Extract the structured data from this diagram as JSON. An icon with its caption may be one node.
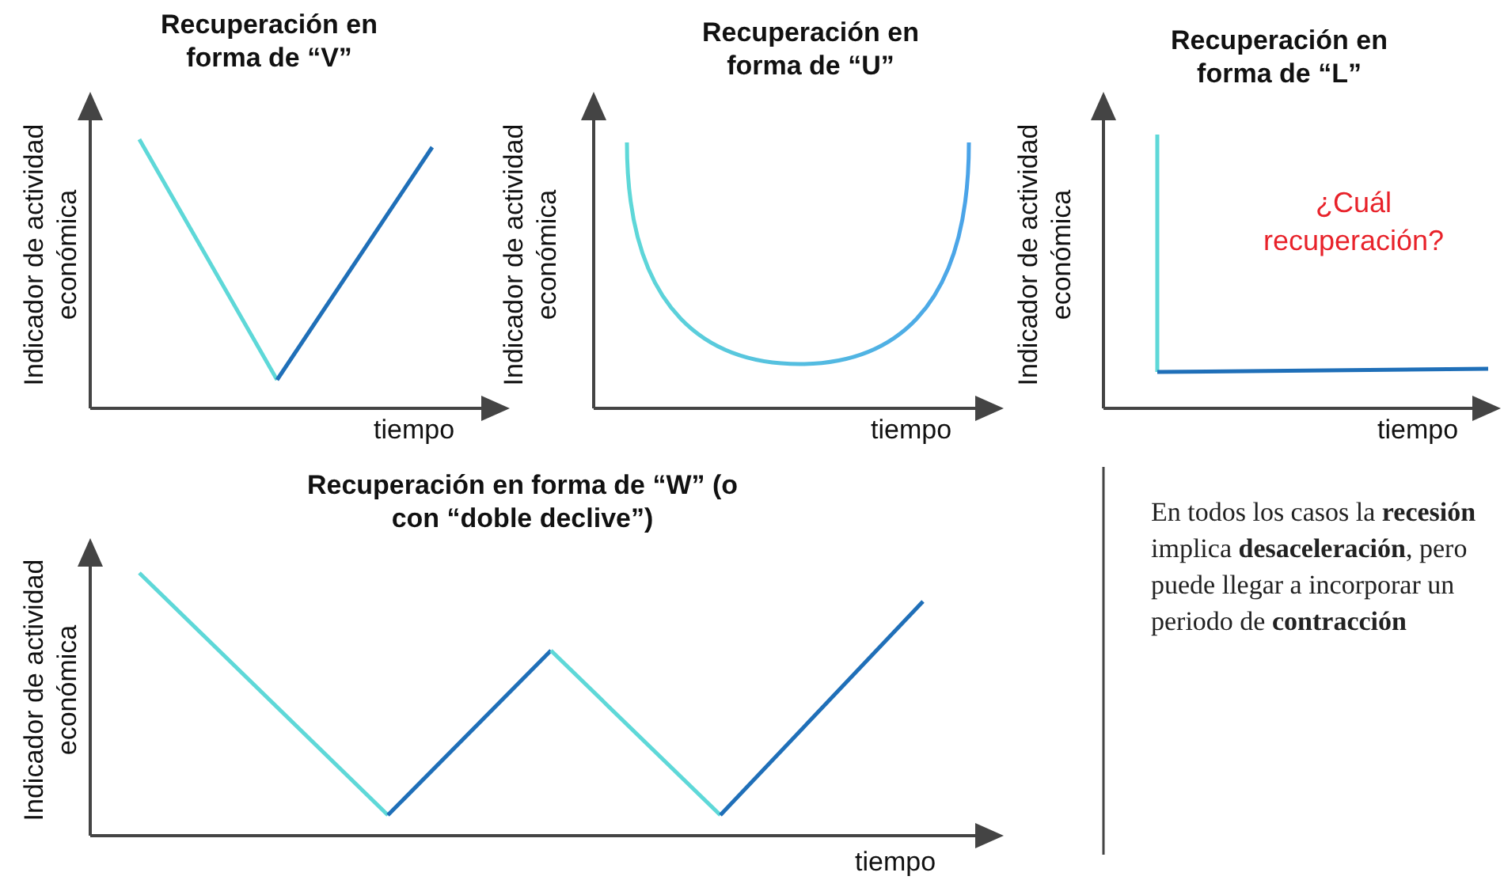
{
  "diagram": {
    "labels": [
      "Recuperación en forma de “V”",
      "Indicador de actividad económica",
      "tiempo",
      "Recuperación en forma de “U”",
      "Indicador de actividad económica",
      "tiempo",
      "Recuperación en forma de “L”",
      "Indicador de actividad económica",
      "¿Cuál recuperación?",
      "tiempo",
      "Recuperación en forma de “W” (o con “doble declive”)",
      "Indicador de actividad económica",
      "tiempo",
      "En todos los casos la **recesión** implica **desaceleración**, pero puede llegar a incorporar un periodo de **contracción**"
    ]
  }
}
